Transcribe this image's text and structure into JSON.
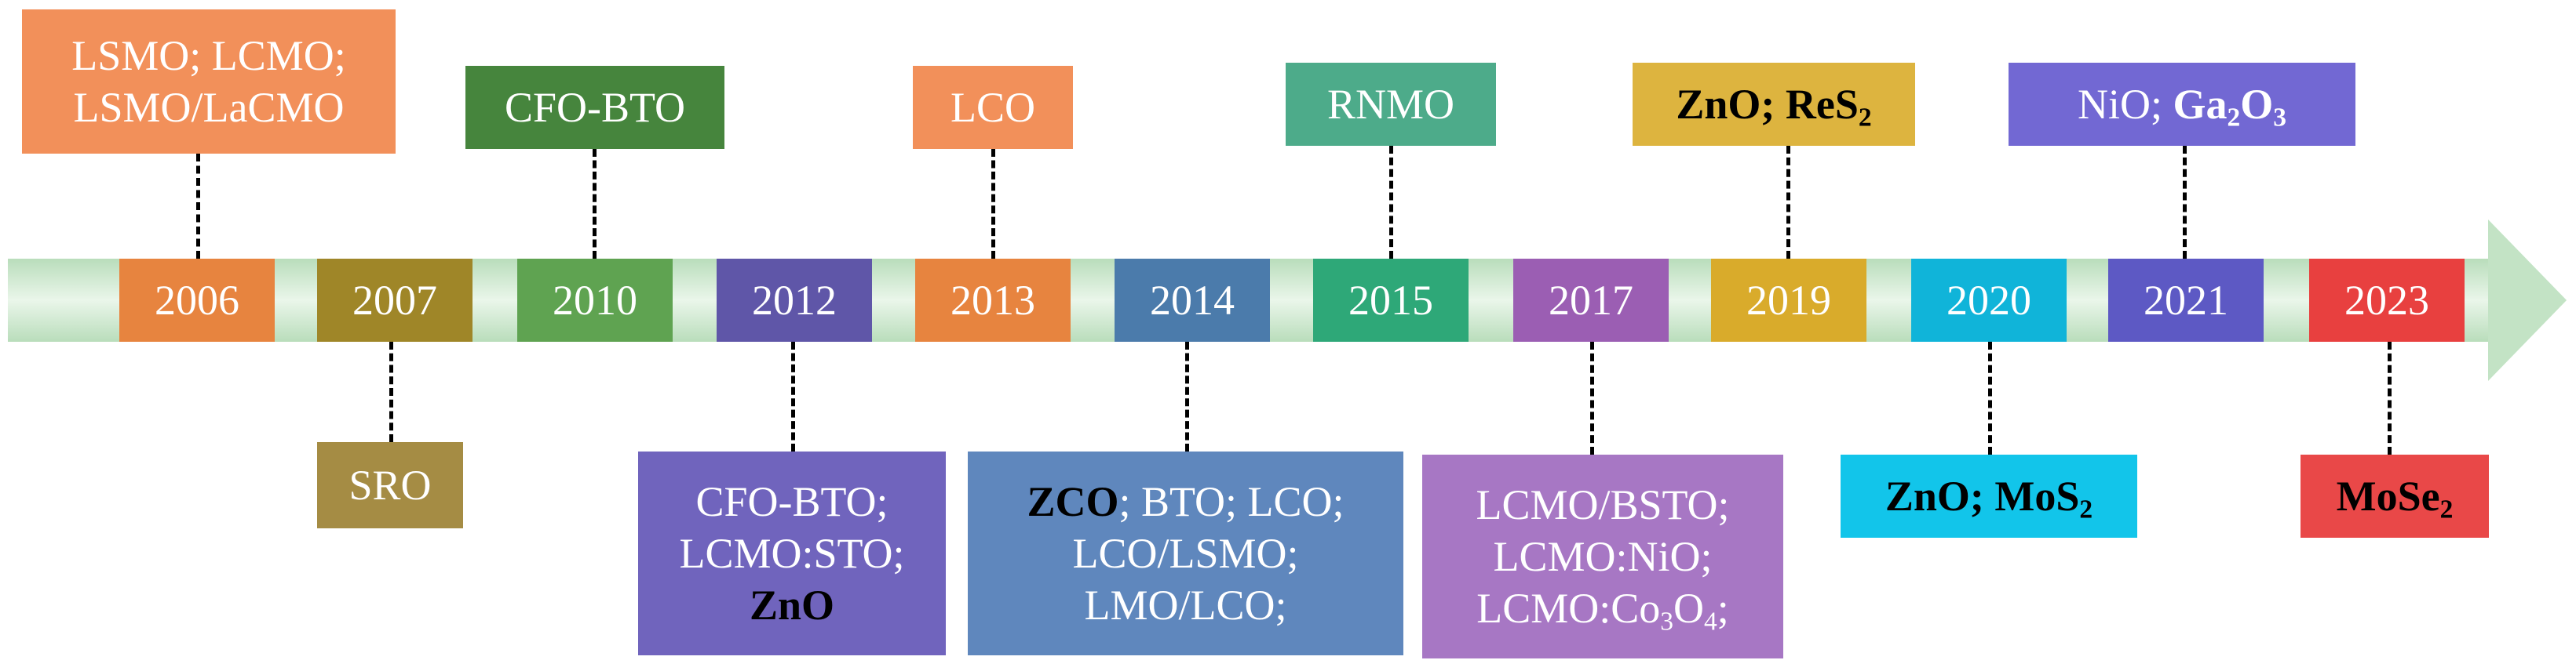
{
  "colors": {
    "arrow_fill": "#c3e3c5",
    "arrow_light": "#e6f4e7"
  },
  "years": [
    {
      "id": "2006",
      "label": "2006",
      "color": "#e7843f"
    },
    {
      "id": "2007",
      "label": "2007",
      "color": "#9f8628"
    },
    {
      "id": "2010",
      "label": "2010",
      "color": "#5fa351"
    },
    {
      "id": "2012",
      "label": "2012",
      "color": "#5f56a8"
    },
    {
      "id": "2013",
      "label": "2013",
      "color": "#e7843f"
    },
    {
      "id": "2014",
      "label": "2014",
      "color": "#4b7bab"
    },
    {
      "id": "2015",
      "label": "2015",
      "color": "#2ea878"
    },
    {
      "id": "2017",
      "label": "2017",
      "color": "#9b5eb3"
    },
    {
      "id": "2019",
      "label": "2019",
      "color": "#d9ab2b"
    },
    {
      "id": "2020",
      "label": "2020",
      "color": "#10b4d9"
    },
    {
      "id": "2021",
      "label": "2021",
      "color": "#5d59c4"
    },
    {
      "id": "2023",
      "label": "2023",
      "color": "#e8403f"
    }
  ],
  "boxes": {
    "y2006": {
      "lines": [
        "LSMO; LCMO;",
        "LSMO/LaCMO"
      ],
      "color": "#f2905a"
    },
    "y2007": {
      "lines": [
        "SRO"
      ],
      "color": "#a58c44"
    },
    "y2010": {
      "lines": [
        "CFO-BTO"
      ],
      "color": "#46853d"
    },
    "y2012": {
      "lines": [
        "CFO-BTO;",
        "LCMO:STO;"
      ],
      "bold_line": "ZnO",
      "color": "#7064bd"
    },
    "y2013": {
      "lines": [
        "LCO"
      ],
      "color": "#f2905a"
    },
    "y2014": {
      "bold_part": "ZCO",
      "first_rest": "; BTO; LCO;",
      "lines": [
        "LCO/LSMO;",
        "LMO/LCO;"
      ],
      "color": "#5f87bd"
    },
    "y2015": {
      "lines": [
        "RNMO"
      ],
      "color": "#4dab8a"
    },
    "y2017": {
      "lines": [
        "LCMO/BSTO;",
        "LCMO:NiO;",
        "LCMO:Co",
        "3",
        "O",
        "4",
        ";"
      ],
      "color": "#a777c4"
    },
    "y2019": {
      "parts": [
        "ZnO; ReS",
        "2"
      ],
      "color": "#ddb43f"
    },
    "y2020": {
      "parts": [
        "ZnO; MoS",
        "2"
      ],
      "color": "#12c5ea"
    },
    "y2021": {
      "plain": "NiO; ",
      "parts": [
        "Ga",
        "2",
        "O",
        "3"
      ],
      "color": "#7268d3"
    },
    "y2023": {
      "parts": [
        "MoSe",
        "2"
      ],
      "color": "#e94848"
    }
  }
}
